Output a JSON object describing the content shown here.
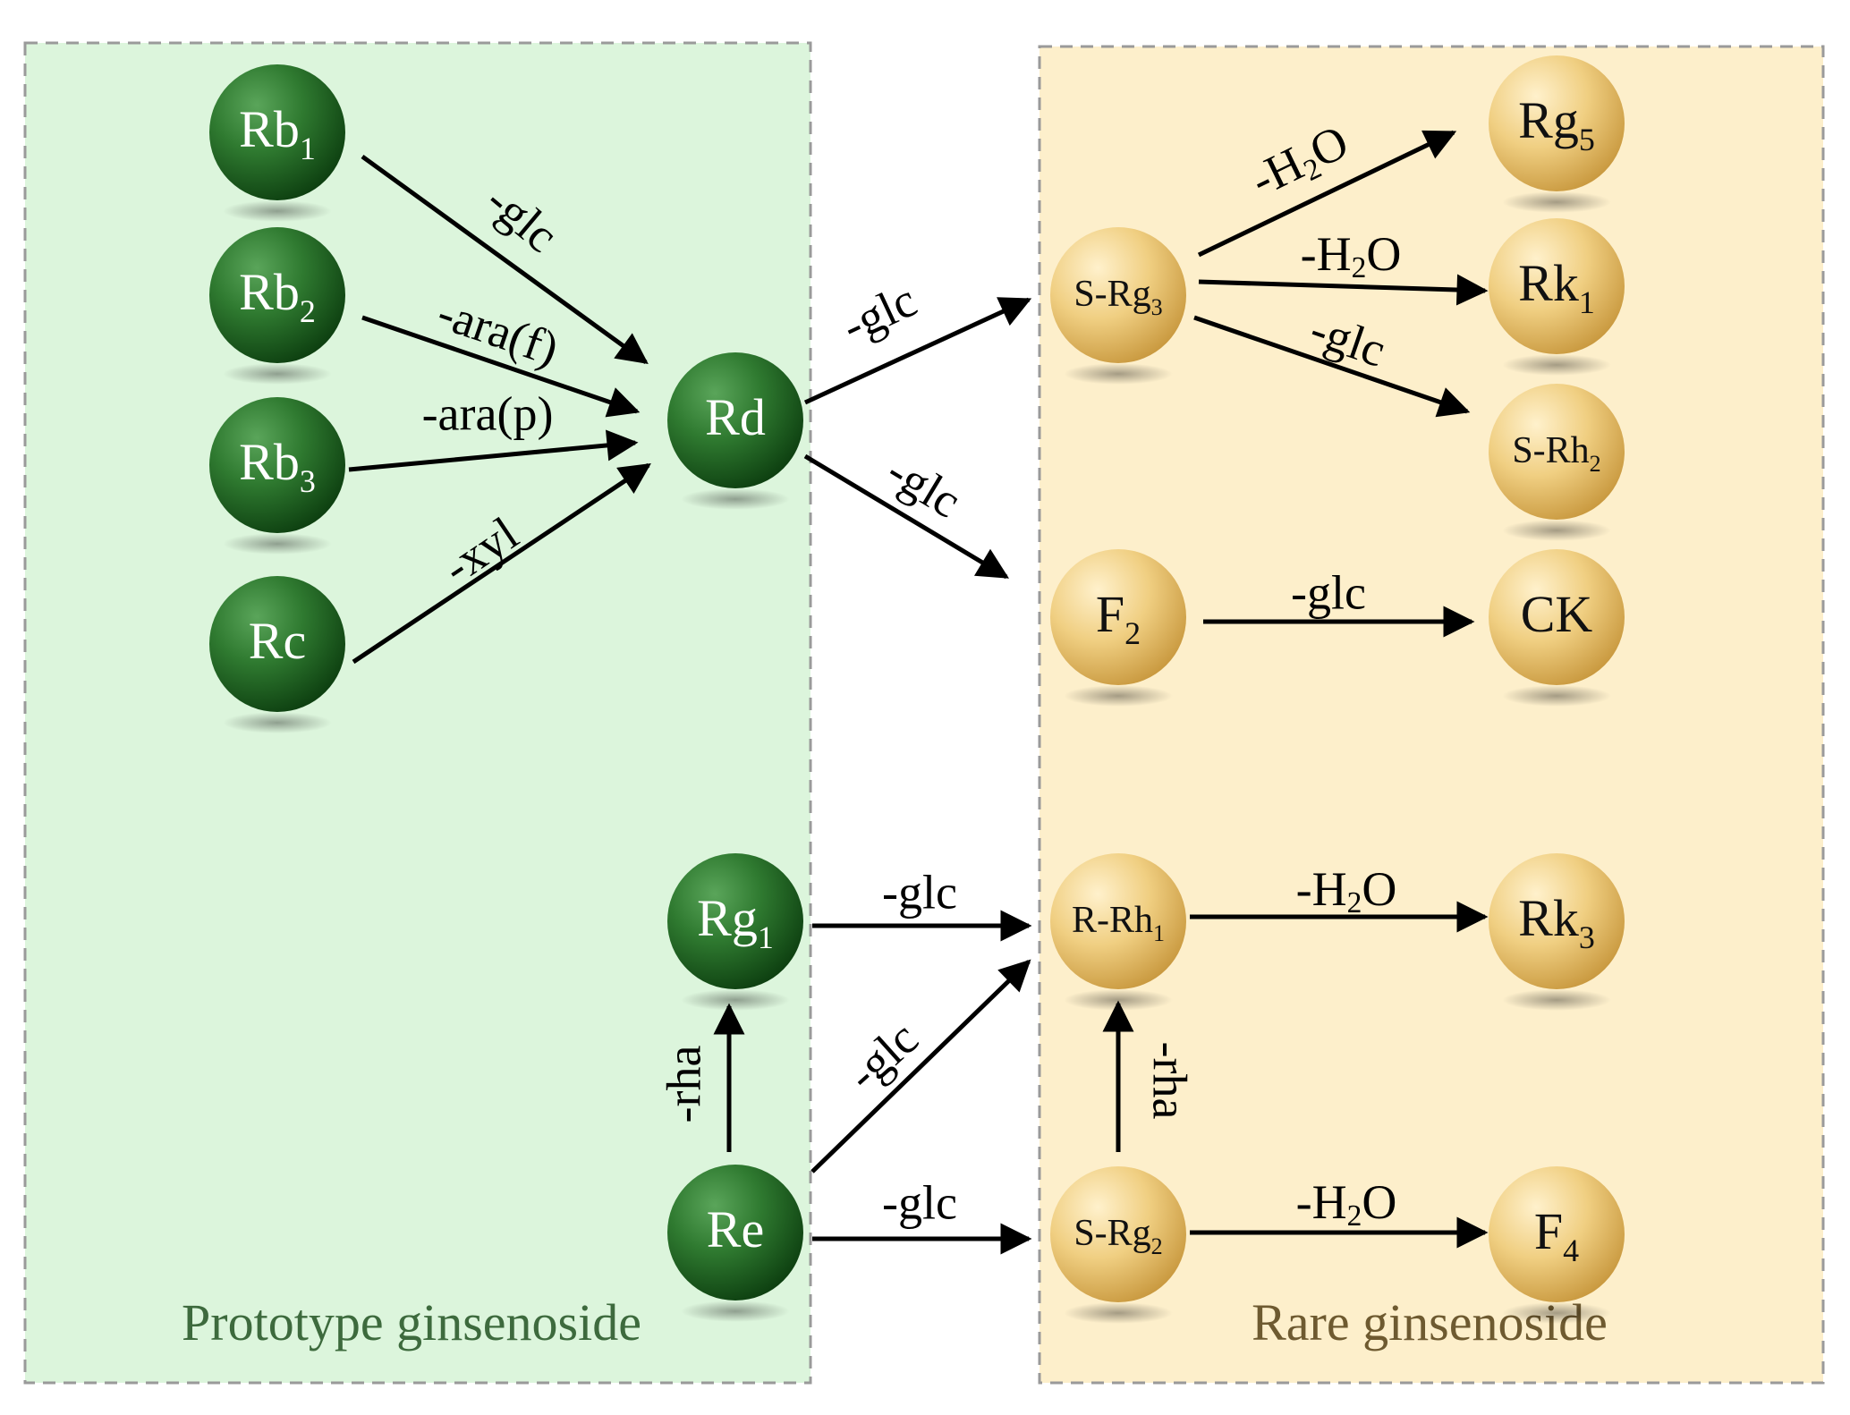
{
  "panels": [
    {
      "id": "prototype",
      "caption": "Prototype ginsenoside",
      "fill": "#dcf5dc",
      "caption_color": "#3d6a3d"
    },
    {
      "id": "rare",
      "caption": "Rare ginsenoside",
      "fill": "#fdefcb",
      "caption_color": "#6e5a30"
    }
  ],
  "colors": {
    "green": "#2f7a30",
    "gold": "#f0cf82",
    "arrow": "#000000",
    "border": "#9a9a9a"
  },
  "nodes": [
    {
      "id": "rb1",
      "base": "Rb",
      "sub": "1",
      "kind": "green"
    },
    {
      "id": "rb2",
      "base": "Rb",
      "sub": "2",
      "kind": "green"
    },
    {
      "id": "rb3",
      "base": "Rb",
      "sub": "3",
      "kind": "green"
    },
    {
      "id": "rc",
      "base": "Rc",
      "sub": "",
      "kind": "green"
    },
    {
      "id": "rd",
      "base": "Rd",
      "sub": "",
      "kind": "green"
    },
    {
      "id": "rg1",
      "base": "Rg",
      "sub": "1",
      "kind": "green"
    },
    {
      "id": "re",
      "base": "Re",
      "sub": "",
      "kind": "green"
    },
    {
      "id": "srg3",
      "base": "S-Rg",
      "sub": "3",
      "kind": "gold",
      "small": true
    },
    {
      "id": "rg5",
      "base": "Rg",
      "sub": "5",
      "kind": "gold"
    },
    {
      "id": "rk1",
      "base": "Rk",
      "sub": "1",
      "kind": "gold"
    },
    {
      "id": "srh2",
      "base": "S-Rh",
      "sub": "2",
      "kind": "gold",
      "small": true
    },
    {
      "id": "f2",
      "base": "F",
      "sub": "2",
      "kind": "gold"
    },
    {
      "id": "ck",
      "base": "CK",
      "sub": "",
      "kind": "gold"
    },
    {
      "id": "rrh1",
      "base": "R-Rh",
      "sub": "1",
      "kind": "gold",
      "small": true
    },
    {
      "id": "rk3",
      "base": "Rk",
      "sub": "3",
      "kind": "gold"
    },
    {
      "id": "srg2",
      "base": "S-Rg",
      "sub": "2",
      "kind": "gold",
      "small": true
    },
    {
      "id": "f4",
      "base": "F",
      "sub": "4",
      "kind": "gold"
    }
  ],
  "edges": [
    {
      "id": "rb1-rd",
      "from": "rb1",
      "to": "rd",
      "label": "-glc"
    },
    {
      "id": "rb2-rd",
      "from": "rb2",
      "to": "rd",
      "label": "-ara(f)"
    },
    {
      "id": "rb3-rd",
      "from": "rb3",
      "to": "rd",
      "label": "-ara(p)"
    },
    {
      "id": "rc-rd",
      "from": "rc",
      "to": "rd",
      "label": "-xyl"
    },
    {
      "id": "rd-srg3",
      "from": "rd",
      "to": "srg3",
      "label": "-glc"
    },
    {
      "id": "rd-f2",
      "from": "rd",
      "to": "f2",
      "label": "-glc"
    },
    {
      "id": "srg3-rg5",
      "from": "srg3",
      "to": "rg5",
      "label_base": "-H",
      "label_sub": "2",
      "label_tail": "O"
    },
    {
      "id": "srg3-rk1",
      "from": "srg3",
      "to": "rk1",
      "label_base": "-H",
      "label_sub": "2",
      "label_tail": "O"
    },
    {
      "id": "srg3-srh2",
      "from": "srg3",
      "to": "srh2",
      "label": "-glc"
    },
    {
      "id": "f2-ck",
      "from": "f2",
      "to": "ck",
      "label": "-glc"
    },
    {
      "id": "rg1-rrh1",
      "from": "rg1",
      "to": "rrh1",
      "label": "-glc"
    },
    {
      "id": "re-rg1",
      "from": "re",
      "to": "rg1",
      "label": "-rha"
    },
    {
      "id": "re-rrh1",
      "from": "re",
      "to": "rrh1",
      "label": "-glc"
    },
    {
      "id": "re-srg2",
      "from": "re",
      "to": "srg2",
      "label": "-glc"
    },
    {
      "id": "rrh1-rk3",
      "from": "rrh1",
      "to": "rk3",
      "label_base": "-H",
      "label_sub": "2",
      "label_tail": "O"
    },
    {
      "id": "srg2-rrh1",
      "from": "srg2",
      "to": "rrh1",
      "label": "-rha"
    },
    {
      "id": "srg2-f4",
      "from": "srg2",
      "to": "f4",
      "label_base": "-H",
      "label_sub": "2",
      "label_tail": "O"
    }
  ]
}
